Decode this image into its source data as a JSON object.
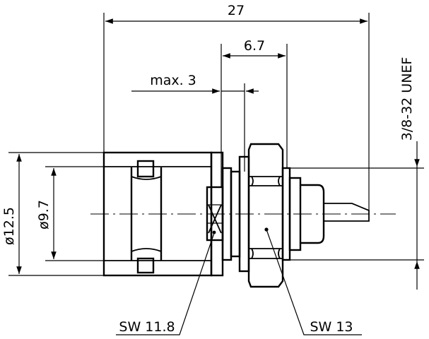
{
  "dimensions": {
    "overall_length": "27",
    "thread_length": "6.7",
    "max_panel": "max. 3",
    "thread_spec": "3/8-32 UNEF",
    "outer_diameter": "ø12.5",
    "inner_diameter": "ø9.7"
  },
  "callouts": {
    "wrench_small": "SW 11.8",
    "wrench_large": "SW 13"
  }
}
